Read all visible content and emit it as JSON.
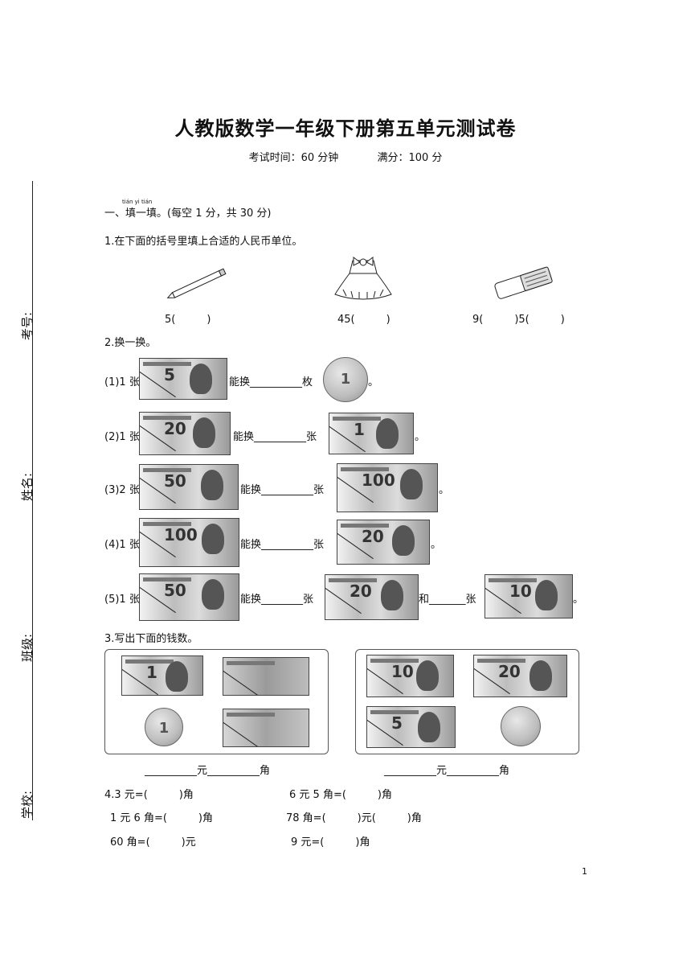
{
  "header": {
    "title": "人教版数学一年级下册第五单元测试卷",
    "time_label": "考试时间：60 分钟",
    "score_label": "满分：100 分"
  },
  "side_labels": [
    "考号:",
    "姓名:",
    "班级:",
    "学校:"
  ],
  "section1": {
    "pinyin": "tián yi tián",
    "heading": "一、填一填。(每空 1 分，共 30 分)"
  },
  "q1": {
    "prompt": "1.在下面的括号里填上合适的人民币单位。",
    "items": [
      {
        "icon": "pencil-icon",
        "text": "5(　　　)"
      },
      {
        "icon": "skirt-icon",
        "text": "45(　　　)"
      },
      {
        "icon": "eraser-icon",
        "text": "9(　　　)5(　　　)"
      }
    ]
  },
  "q2": {
    "prompt": "2.换一换。",
    "rows": [
      {
        "prefix": "(1)1 张",
        "bill": "5",
        "mid": "能换__________枚",
        "target": "coin-1",
        "end": "。"
      },
      {
        "prefix": "(2)1 张",
        "bill": "20",
        "mid": "能换__________张",
        "target": "1",
        "end": "。"
      },
      {
        "prefix": "(3)2 张",
        "bill": "50",
        "mid": "能换__________张",
        "target": "100",
        "end": "。"
      },
      {
        "prefix": "(4)1 张",
        "bill": "100",
        "mid": "能换__________张",
        "target": "20",
        "end": "。"
      },
      {
        "prefix": "(5)1 张",
        "bill": "50",
        "mid": "能换________张",
        "target": "20",
        "mid2": "和_______张",
        "target2": "10",
        "end": "。"
      }
    ]
  },
  "q3": {
    "prompt": "3.写出下面的钱数。",
    "left_bills": [
      "1"
    ],
    "right_bills": [
      "10",
      "20",
      "5"
    ],
    "answer": "__________元__________角"
  },
  "q4": {
    "rows": [
      [
        "4.3 元=(　　　)角",
        "6 元 5 角=(　　　)角"
      ],
      [
        "1 元 6 角=(　　　)角",
        "78 角=(　　　)元(　　　)角"
      ],
      [
        "60 角=(　　　)元",
        "9 元=(　　　)角"
      ]
    ]
  },
  "footer": {
    "page_number": "1"
  }
}
